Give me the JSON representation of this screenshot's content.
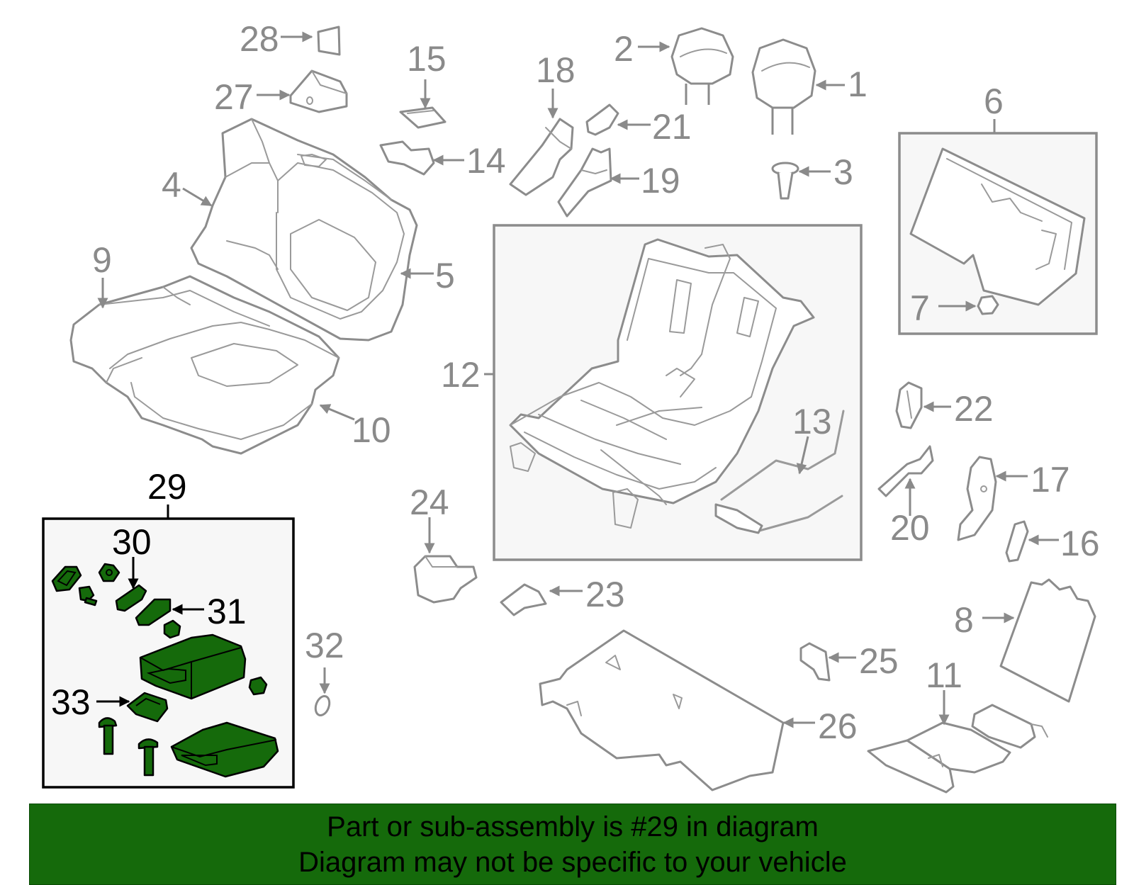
{
  "diagram": {
    "callouts": [
      "1",
      "2",
      "3",
      "4",
      "5",
      "6",
      "7",
      "8",
      "9",
      "10",
      "11",
      "12",
      "13",
      "14",
      "15",
      "16",
      "17",
      "18",
      "19",
      "20",
      "21",
      "22",
      "23",
      "24",
      "25",
      "26",
      "27",
      "28",
      "29",
      "30",
      "31",
      "32",
      "33"
    ],
    "highlighted_part": "29",
    "colors": {
      "highlight_fill": "#156a0b",
      "highlight_outline": "#000000",
      "part_outline": "#8c8c8c",
      "box_fill": "#f7f7f7",
      "callout_text": "#8a8a8a"
    }
  },
  "banner": {
    "line1": "Part or sub-assembly is #29 in diagram",
    "line2": "Diagram may not be specific to your vehicle",
    "background": "#156a0b"
  }
}
